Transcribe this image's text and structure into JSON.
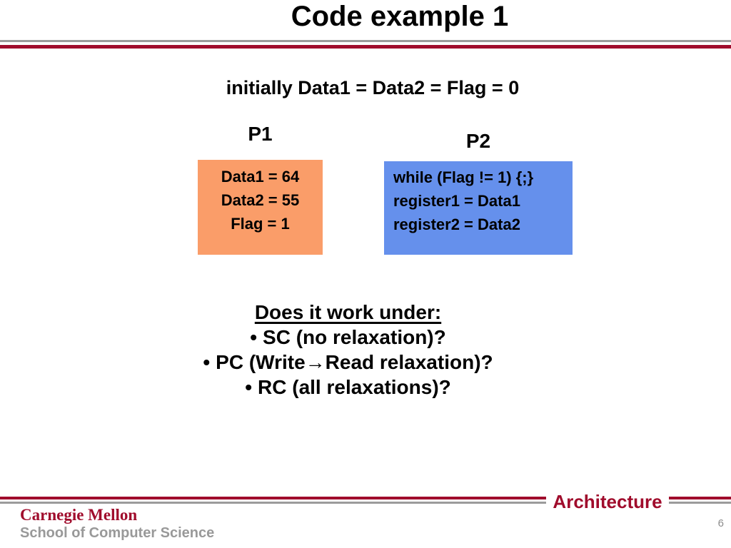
{
  "slide": {
    "title": "Code example 1",
    "init_statement": "initially Data1 = Data2 = Flag = 0",
    "process1": {
      "label": "P1",
      "code_lines": [
        "Data1 = 64",
        "Data2 = 55",
        "Flag = 1"
      ]
    },
    "process2": {
      "label": "P2",
      "code_lines": [
        "while (Flag != 1) {;}",
        "register1 = Data1",
        "register2 = Data2"
      ]
    },
    "questions": {
      "heading": "Does it work under:",
      "bullet_char": "•",
      "items": [
        "SC (no relaxation)?",
        "PC (Write→Read relaxation)?",
        "RC (all relaxations)?"
      ]
    }
  },
  "footer": {
    "section_label": "Architecture",
    "institution": "Carnegie Mellon",
    "school": "School of Computer Science",
    "page_number": "6"
  },
  "colors": {
    "accent_red": "#A00C2C",
    "rule_gray": "#9B9B9B",
    "p1_box_fill": "#FA9D69",
    "p2_box_fill": "#6590EC",
    "muted_gray": "#999999"
  }
}
